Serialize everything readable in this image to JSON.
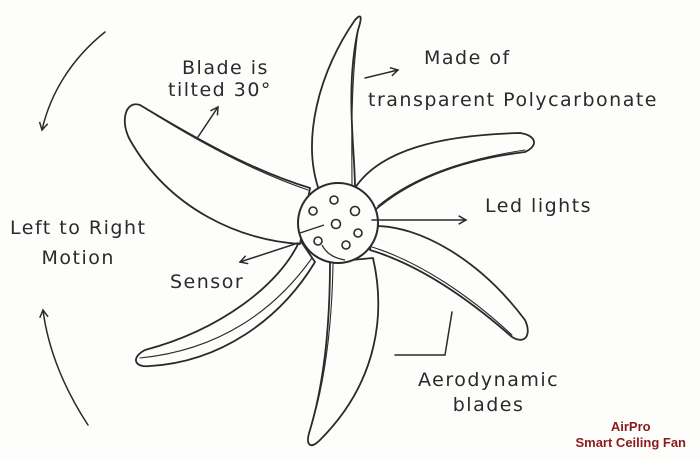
{
  "diagram": {
    "title": "AirPro",
    "subtitle": "Smart Ceiling Fan",
    "brand_color": "#8b1a1a",
    "stroke_color": "#2a2a2a",
    "blade_count": 6,
    "labels": {
      "blade_tilt_line1": "Blade is",
      "blade_tilt_line2": "tilted 30°",
      "material_line1": "Made of",
      "material_line2": "transparent Polycarbonate",
      "led": "Led lights",
      "motion_line1": "Left to Right",
      "motion_line2": "Motion",
      "sensor": "Sensor",
      "aero_line1": "Aerodynamic",
      "aero_line2": "blades"
    }
  }
}
